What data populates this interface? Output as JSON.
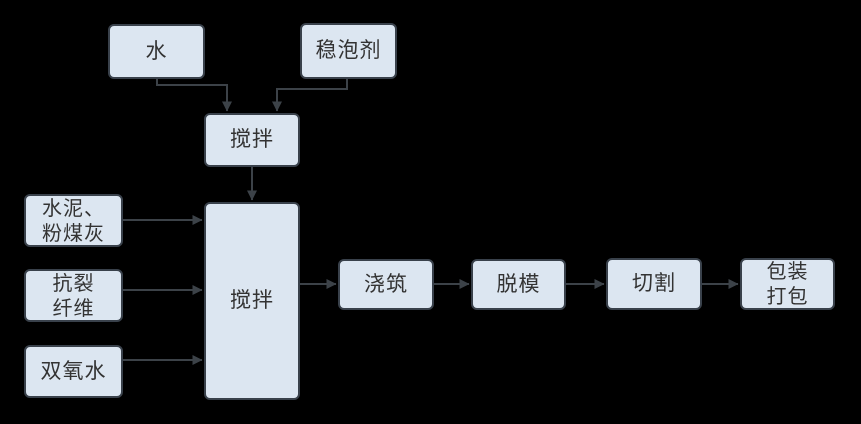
{
  "diagram": {
    "title": "foam-concrete production process flowchart",
    "colors": {
      "background": "#000000",
      "node_fill": "#dce6f1",
      "node_border": "#39414b",
      "node_text": "#333333",
      "arrow": "#3c4248"
    },
    "nodes": {
      "water": {
        "label": "水"
      },
      "foam_stabilizer": {
        "label": "稳泡剂"
      },
      "premix": {
        "label": "搅拌"
      },
      "cement_flyash": {
        "label": "水泥、\n粉煤灰"
      },
      "anticrack_fiber": {
        "label": "抗裂\n纤维"
      },
      "hydrogen_peroxide": {
        "label": "双氧水"
      },
      "main_mix": {
        "label": "搅拌"
      },
      "pouring": {
        "label": "浇筑"
      },
      "demolding": {
        "label": "脱模"
      },
      "cutting": {
        "label": "切割"
      },
      "packaging": {
        "label": "包装\n打包"
      }
    },
    "edges": [
      {
        "from": "water",
        "to": "premix"
      },
      {
        "from": "foam_stabilizer",
        "to": "premix"
      },
      {
        "from": "premix",
        "to": "main_mix"
      },
      {
        "from": "cement_flyash",
        "to": "main_mix"
      },
      {
        "from": "anticrack_fiber",
        "to": "main_mix"
      },
      {
        "from": "hydrogen_peroxide",
        "to": "main_mix"
      },
      {
        "from": "main_mix",
        "to": "pouring"
      },
      {
        "from": "pouring",
        "to": "demolding"
      },
      {
        "from": "demolding",
        "to": "cutting"
      },
      {
        "from": "cutting",
        "to": "packaging"
      }
    ]
  }
}
